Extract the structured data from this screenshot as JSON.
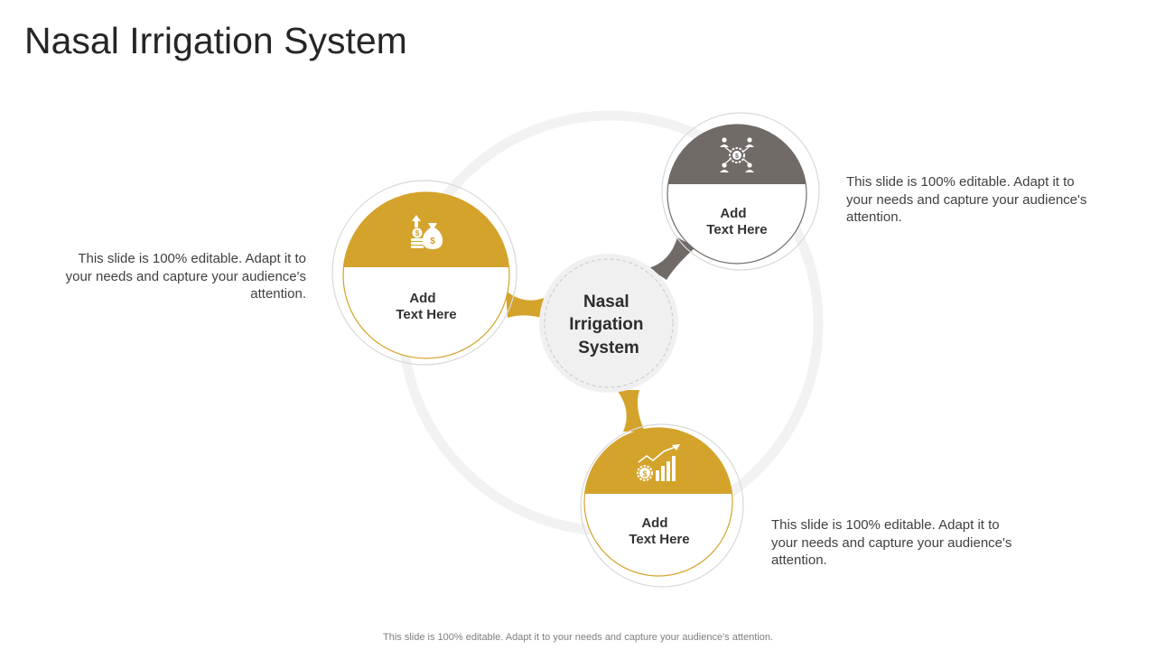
{
  "title": "Nasal Irrigation System",
  "center": {
    "label_lines": [
      "Nasal",
      "Irrigation",
      "System"
    ]
  },
  "nodes": [
    {
      "id": "left",
      "icon": "money-bag-icon",
      "label_lines": [
        "Add",
        "Text Here"
      ],
      "description": "This slide is 100% editable. Adapt it to your needs and capture your audience's attention.",
      "color": "#D4A32B"
    },
    {
      "id": "top-right",
      "icon": "network-dollar-icon",
      "label_lines": [
        "Add",
        "Text Here"
      ],
      "description": "This slide is 100% editable. Adapt it to your needs and capture your audience's attention.",
      "color": "#716B68"
    },
    {
      "id": "bottom",
      "icon": "growth-chart-icon",
      "label_lines": [
        "Add",
        "Text Here"
      ],
      "description": "This slide is 100% editable. Adapt it to your needs and capture your audience's attention.",
      "color": "#D4A32B"
    }
  ],
  "footer": "This slide is 100% editable. Adapt it to your needs and capture your audience's attention.",
  "colors": {
    "gold": "#D4A32B",
    "gray": "#716B68",
    "ring": "#F2F2F2",
    "text": "#404040"
  }
}
